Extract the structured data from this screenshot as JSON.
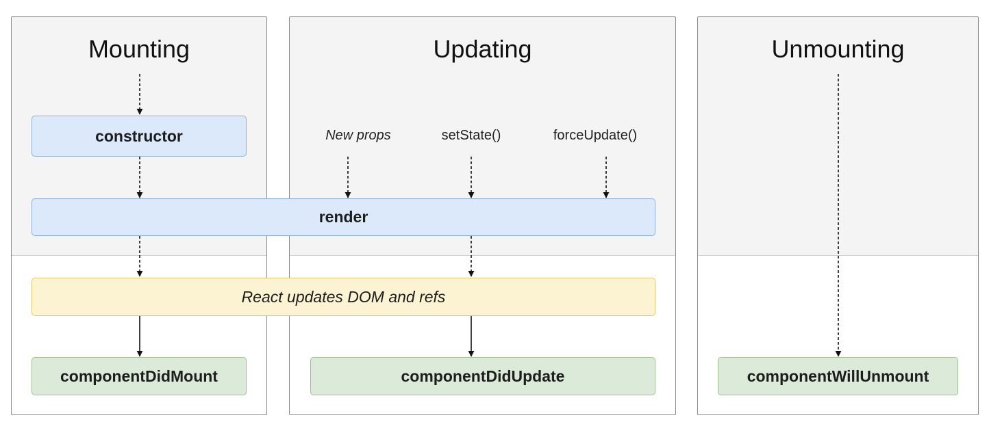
{
  "phases": {
    "mounting": {
      "title": "Mounting"
    },
    "updating": {
      "title": "Updating"
    },
    "unmounting": {
      "title": "Unmounting"
    }
  },
  "boxes": {
    "constructor": "constructor",
    "render": "render",
    "react_updates": "React updates DOM and refs",
    "component_did_mount": "componentDidMount",
    "component_did_update": "componentDidUpdate",
    "component_will_unmount": "componentWillUnmount"
  },
  "triggers": {
    "new_props": "New props",
    "set_state": "setState()",
    "force_update": "forceUpdate()"
  },
  "colors": {
    "render_phase_bg": "#f4f4f4",
    "method_box": "#dce9fb",
    "commit_box": "#fcf3d2",
    "lifecycle_box": "#dcebd9"
  }
}
